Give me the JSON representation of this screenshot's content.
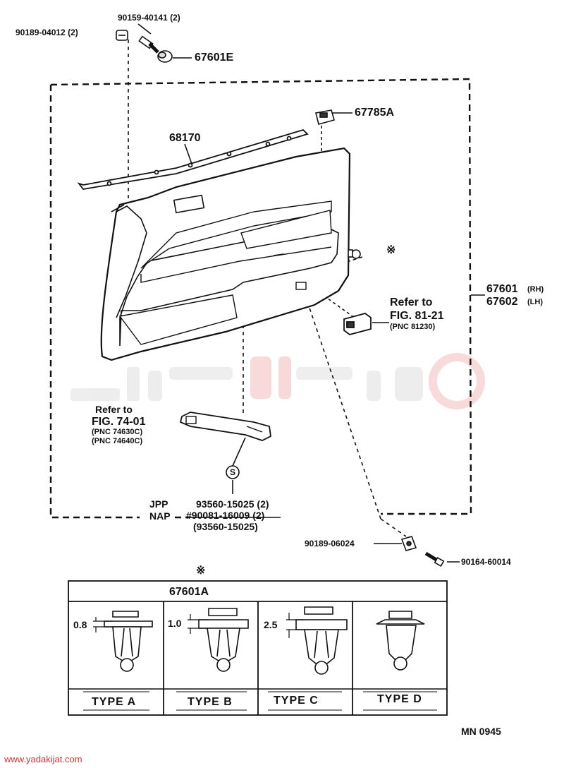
{
  "diagram": {
    "parts": {
      "clip_top_left": "90189-04012 (2)",
      "screw_top": "90159-40141 (2)",
      "cap": "67601E",
      "switch_base": "67785A",
      "weatherstrip": "68170",
      "clip_star": "※",
      "panel_rh": "67601",
      "panel_rh_tag": "(RH)",
      "panel_lh": "67602",
      "panel_lh_tag": "(LH)",
      "clip_bottom": "90189-06024",
      "screw_bottom": "90164-60014",
      "screw_s": "S",
      "screw_1": "93560-15025 (2)",
      "screw_2": "#90081-16009 (2)",
      "screw_3": "(93560-15025)",
      "region_jpp": "JPP",
      "region_nap": "NAP"
    },
    "refs": {
      "right_line1": "Refer to",
      "right_line2": "FIG. 81-21",
      "right_pnc": "(PNC 81230)",
      "left_line1": "Refer to",
      "left_line2": "FIG. 74-01",
      "left_pnc1": "(PNC 74630C)",
      "left_pnc2": "(PNC 74640C)"
    },
    "table": {
      "star": "※",
      "part": "67601A",
      "types": [
        "TYPE  A",
        "TYPE  B",
        "TYPE  C",
        "TYPE  D"
      ],
      "dims": [
        "0.8",
        "1.0",
        "2.5"
      ]
    },
    "code": "MN  0945",
    "watermark_text": "www.yadakijat.com"
  }
}
